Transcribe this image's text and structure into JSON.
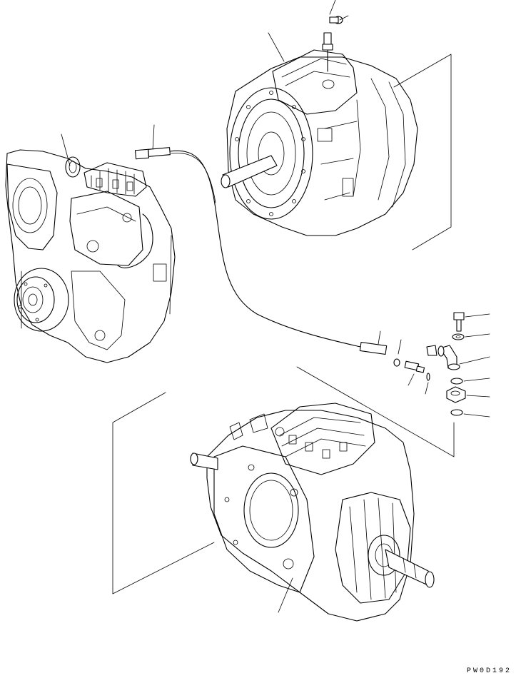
{
  "drawing": {
    "code": "PW0D192",
    "parts": [
      {
        "id": "transmission-assembly-left",
        "icon": "transmission-housing-icon"
      },
      {
        "id": "transmission-assembly-upper",
        "icon": "torque-converter-housing-icon"
      },
      {
        "id": "transmission-assembly-lower",
        "icon": "transmission-case-icon"
      },
      {
        "id": "hose-assembly",
        "icon": "hose-icon"
      },
      {
        "id": "bolt",
        "icon": "bolt-icon"
      },
      {
        "id": "washer",
        "icon": "washer-icon"
      },
      {
        "id": "elbow",
        "icon": "elbow-icon"
      },
      {
        "id": "o-ring",
        "icon": "o-ring-icon"
      },
      {
        "id": "nut",
        "icon": "nut-icon"
      },
      {
        "id": "connector",
        "icon": "connector-icon"
      },
      {
        "id": "plug",
        "icon": "plug-icon"
      }
    ]
  }
}
